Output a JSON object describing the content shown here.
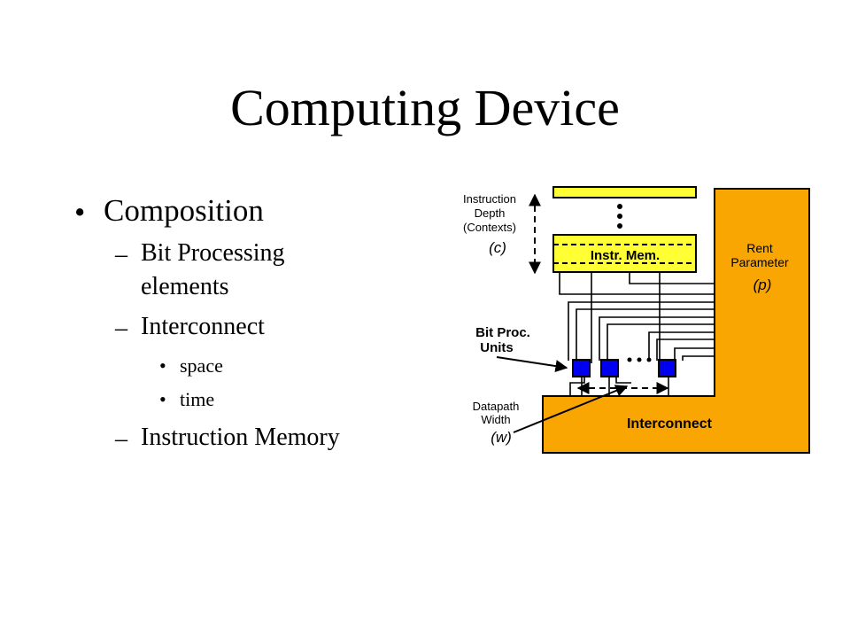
{
  "slide": {
    "title": "Computing Device",
    "bullets": [
      {
        "text": "Composition"
      },
      {
        "text": "Bit Processing"
      },
      {
        "text": "elements"
      },
      {
        "text": "Interconnect"
      },
      {
        "text": "space"
      },
      {
        "text": "time"
      },
      {
        "text": "Instruction Memory"
      }
    ]
  },
  "diagram": {
    "instruction_depth": [
      "Instruction",
      "Depth",
      "(Contexts)"
    ],
    "depth_symbol": "(c)",
    "instr_mem": "Instr. Mem.",
    "rent": [
      "Rent",
      "Parameter"
    ],
    "rent_symbol": "(p)",
    "bit_proc": [
      "Bit Proc.",
      "Units"
    ],
    "datapath": [
      "Datapath",
      "Width"
    ],
    "width_symbol": "(w)",
    "interconnect": "Interconnect",
    "colors": {
      "orange": "#f9a603",
      "yellow": "#ffff33",
      "blue": "#0000ee"
    }
  }
}
